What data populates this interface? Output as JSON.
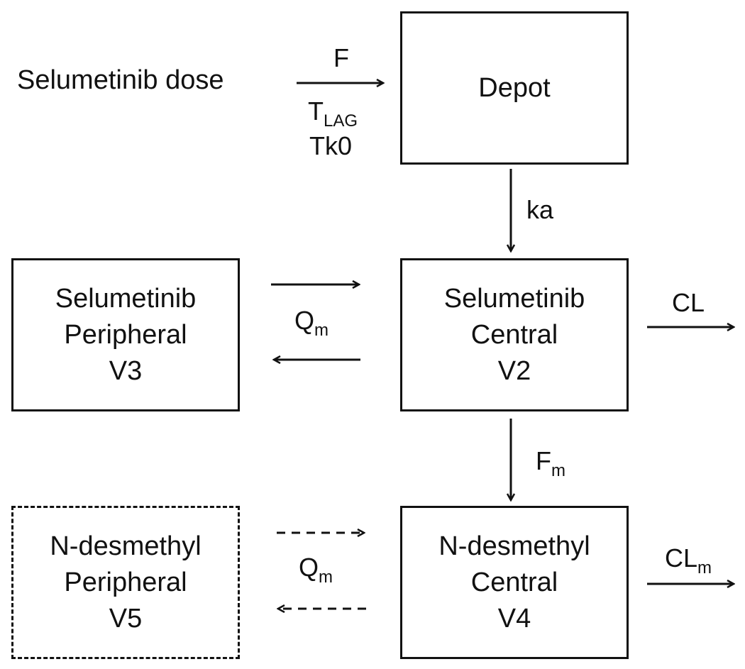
{
  "diagram": {
    "dose_label": "Selumetinib dose",
    "depot": {
      "line1": "Depot"
    },
    "selumetinib_central": {
      "line1": "Selumetinib",
      "line2": "Central",
      "line3": "V2"
    },
    "selumetinib_peripheral": {
      "line1": "Selumetinib",
      "line2": "Peripheral",
      "line3": "V3"
    },
    "n_desmethyl_central": {
      "line1": "N-desmethyl",
      "line2": "Central",
      "line3": "V4"
    },
    "n_desmethyl_peripheral": {
      "line1": "N-desmethyl",
      "line2": "Peripheral",
      "line3": "V5"
    },
    "labels": {
      "f": "F",
      "t_lag_main": "T",
      "t_lag_sub": "LAG",
      "tk0": "Tk0",
      "ka": "ka",
      "q_parent_main": "Q",
      "q_parent_sub": "m",
      "cl": "CL",
      "fm_main": "F",
      "fm_sub": "m",
      "q_metab_main": "Q",
      "q_metab_sub": "m",
      "clm_main": "CL",
      "clm_sub": "m"
    },
    "line_color": "#111111"
  }
}
